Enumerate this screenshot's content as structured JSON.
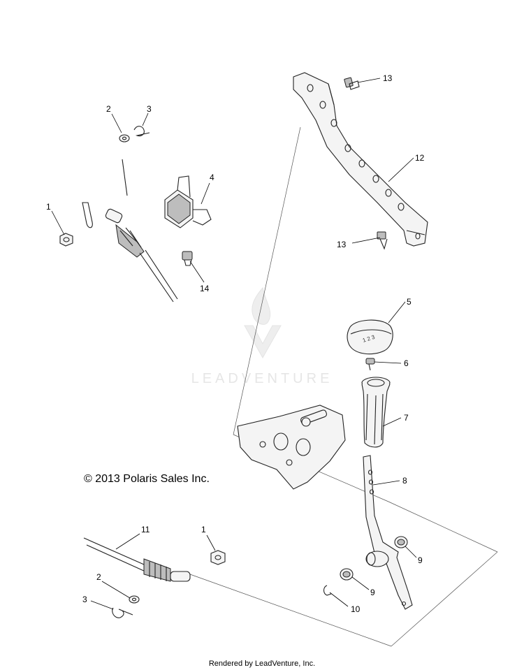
{
  "watermark": {
    "brand": "LEADVENTURE"
  },
  "copyright": "© 2013 Polaris Sales Inc.",
  "footer": "Rendered by LeadVenture, Inc.",
  "callouts": {
    "c1_top": "1",
    "c2_top": "2",
    "c3_top": "3",
    "c4": "4",
    "c5": "5",
    "c6": "6",
    "c7": "7",
    "c8": "8",
    "c9_right": "9",
    "c9_lower": "9",
    "c10": "10",
    "c11": "11",
    "c12": "12",
    "c13_top": "13",
    "c13_bottom": "13",
    "c14": "14",
    "c1_bottom": "1",
    "c2_bottom": "2",
    "c3_bottom": "3"
  }
}
